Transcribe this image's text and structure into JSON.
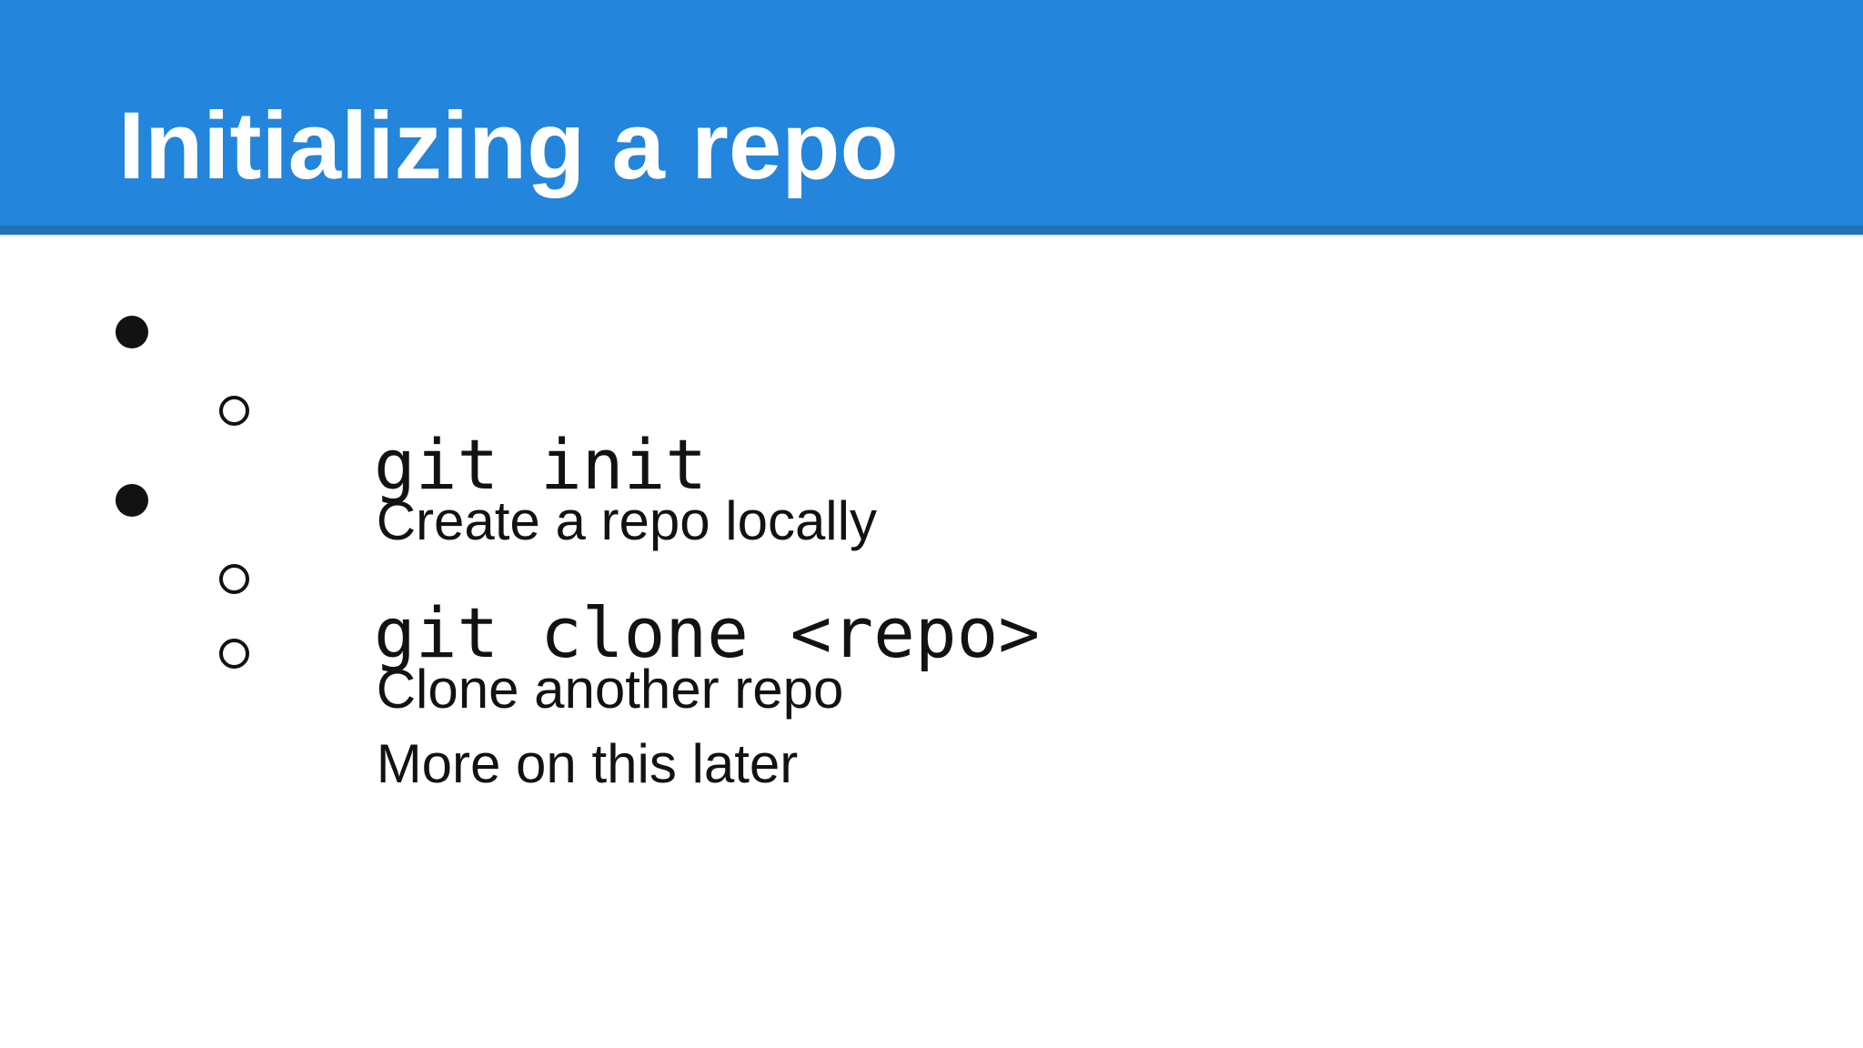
{
  "slide": {
    "title": "Initializing a repo",
    "colors": {
      "banner": "#2385db",
      "banner_strip": "#2171b7",
      "background": "#ffffff",
      "title_text": "#ffffff",
      "body_text": "#121212"
    },
    "bullets": [
      {
        "level": 1,
        "style": "code",
        "marker": "filled-dot",
        "text": "git init"
      },
      {
        "level": 2,
        "style": "sans",
        "marker": "hollow-circle",
        "text": "Create a repo locally"
      },
      {
        "level": 1,
        "style": "code",
        "marker": "filled-dot",
        "text": "git clone <repo>"
      },
      {
        "level": 2,
        "style": "sans",
        "marker": "hollow-circle",
        "text": "Clone another repo"
      },
      {
        "level": 2,
        "style": "sans",
        "marker": "hollow-circle",
        "text": "More on this later"
      }
    ]
  }
}
